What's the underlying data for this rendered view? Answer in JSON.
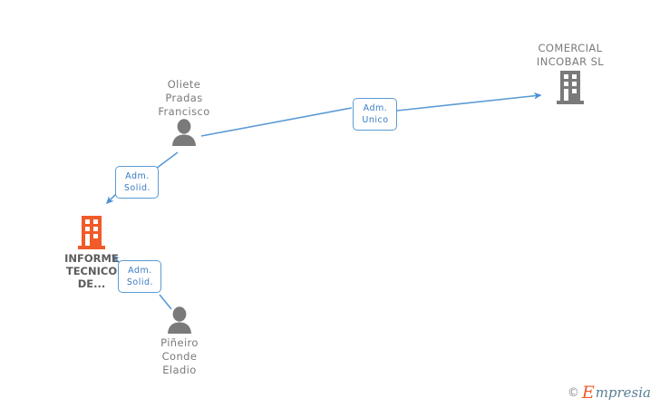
{
  "diagram": {
    "type": "corporate-relationship-graph",
    "background_color": "#ffffff",
    "edge_color": "#5b9bd5",
    "person_color": "#7a7a7a",
    "company_color": "#7a7a7a",
    "highlight_color": "#f15a29",
    "nodes": [
      {
        "id": "person-oliete",
        "kind": "person",
        "icon": "person-icon",
        "label": "Oliete\nPradas\nFrancisco",
        "label_position": "above",
        "color": "#7a7a7a"
      },
      {
        "id": "company-comercial-incobar",
        "kind": "company",
        "icon": "building-icon",
        "label": "COMERCIAL\nINCOBAR SL",
        "label_position": "above",
        "color": "#7a7a7a"
      },
      {
        "id": "company-informe-tecnico",
        "kind": "company",
        "icon": "building-icon",
        "label": "INFORME\nTECNICO\nDE...",
        "label_position": "below",
        "color": "#f15a29",
        "highlighted": true
      },
      {
        "id": "person-pineiro",
        "kind": "person",
        "icon": "person-icon",
        "label": "Piñeiro\nConde\nEladio",
        "label_position": "below",
        "color": "#7a7a7a"
      }
    ],
    "edges": [
      {
        "id": "edge-oliete-to-incobar",
        "from": "person-oliete",
        "to": "company-comercial-incobar",
        "label": "Adm.\nUnico",
        "direction": "to-company"
      },
      {
        "id": "edge-oliete-to-informe",
        "from": "person-oliete",
        "to": "company-informe-tecnico",
        "label": "Adm.\nSolid.",
        "direction": "to-company"
      },
      {
        "id": "edge-pineiro-to-informe",
        "from": "person-pineiro",
        "to": "company-informe-tecnico",
        "label": "Adm.\nSolid.",
        "direction": "to-company"
      }
    ]
  },
  "watermark": {
    "copyright": "©",
    "brand_initial": "E",
    "brand_rest": "mpresia"
  }
}
